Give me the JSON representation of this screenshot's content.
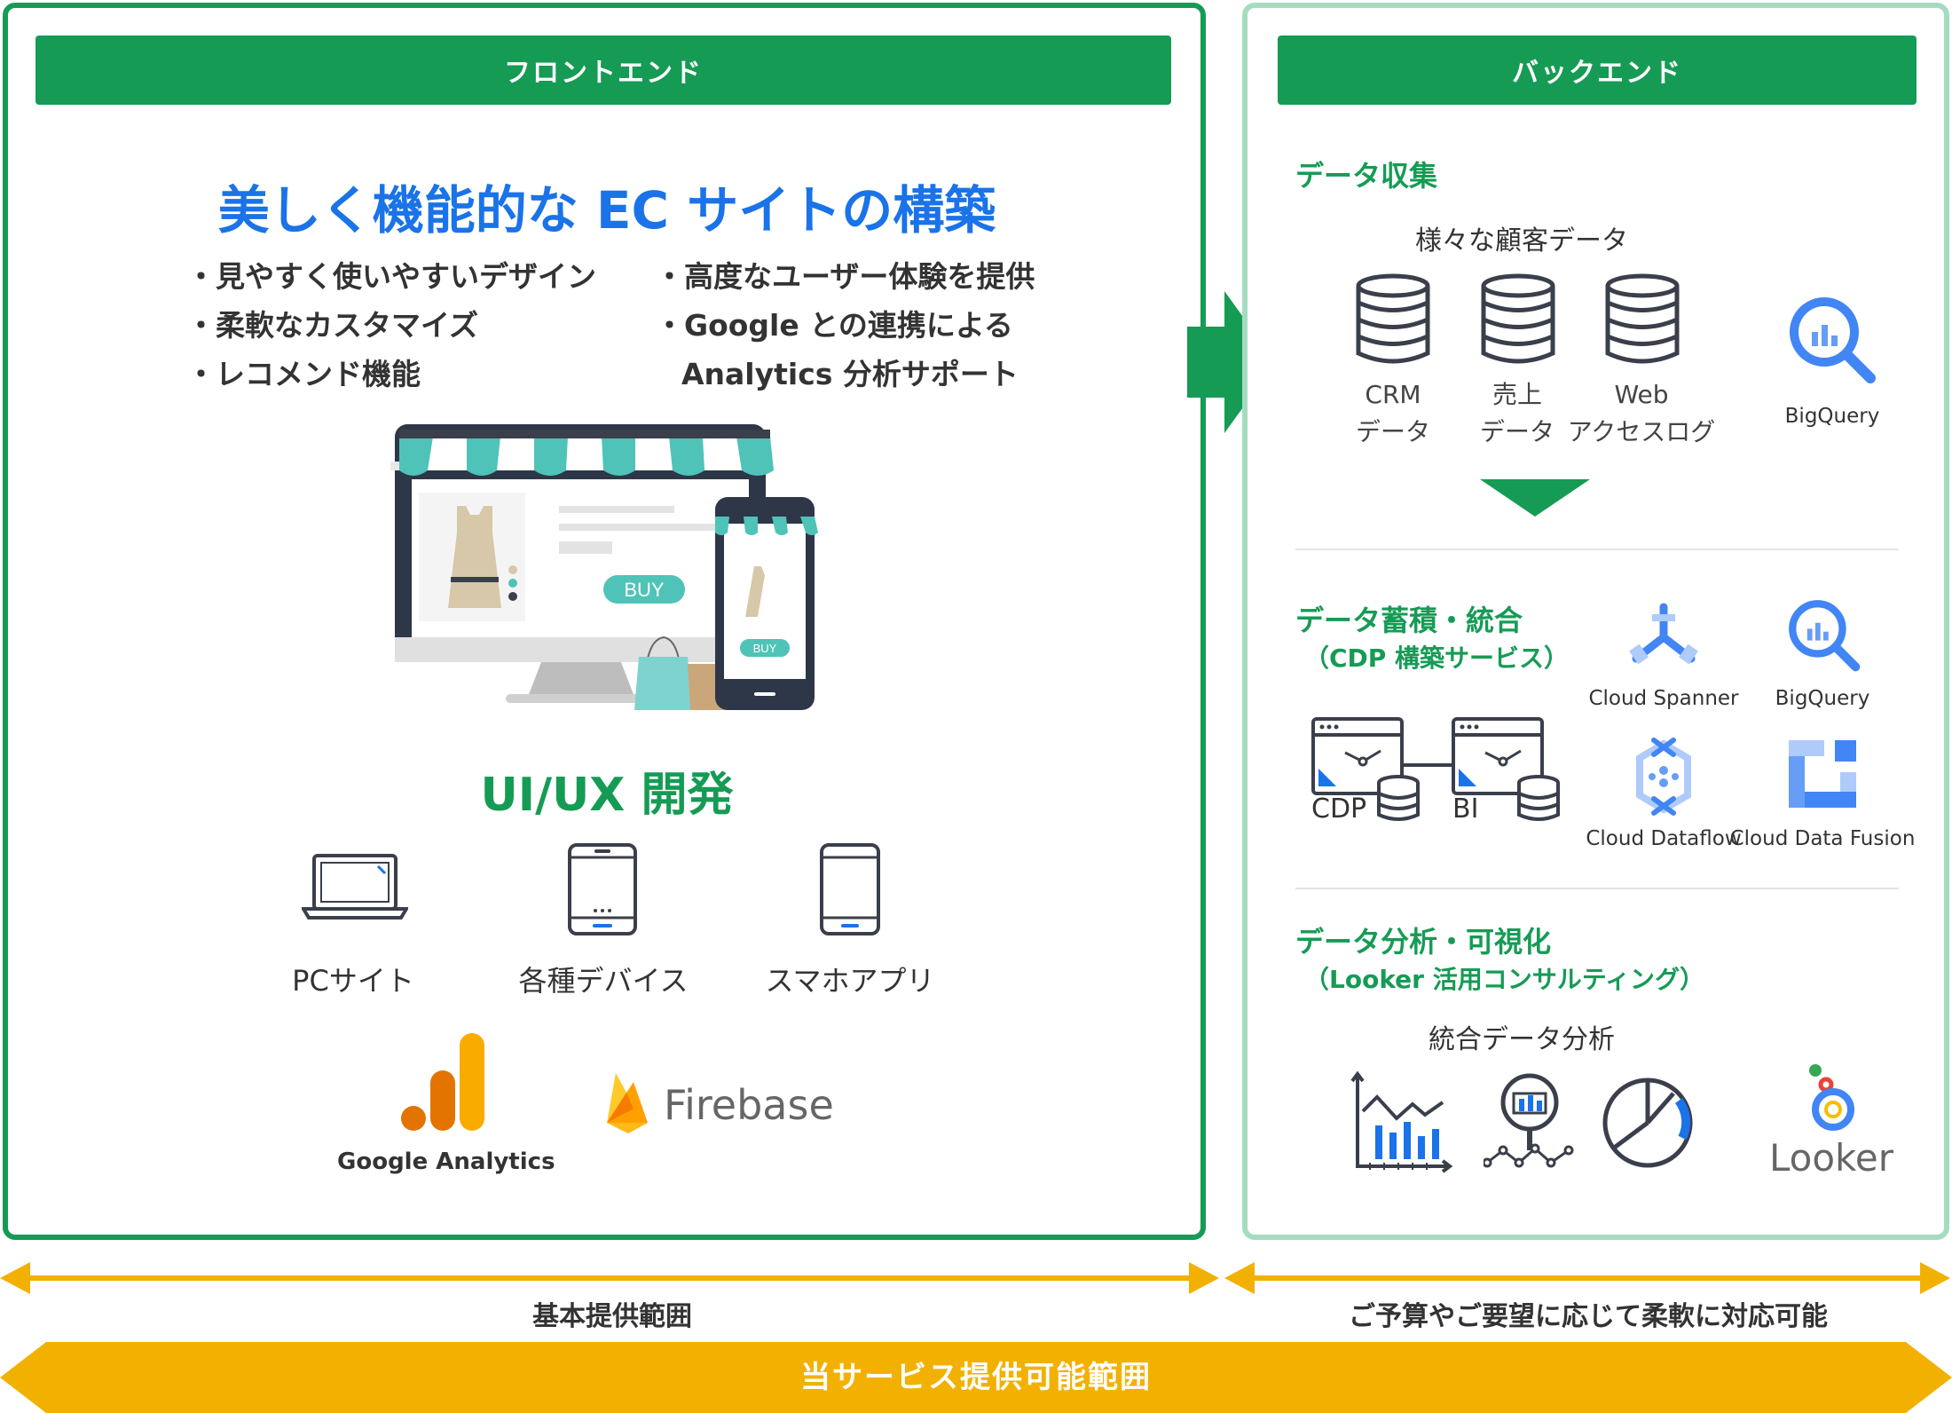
{
  "frontend": {
    "header": "フロントエンド",
    "headline": "美しく機能的な EC サイトの構築",
    "bullets_left": [
      "・見やすく使いやすいデザイン",
      "・柔軟なカスタマイズ",
      "・レコメンド機能"
    ],
    "bullets_right": [
      "・高度なユーザー体験を提供",
      "・Google との連携による",
      "Analytics 分析サポート"
    ],
    "buy_label": "BUY",
    "uiux_title": "UI/UX 開発",
    "devices": [
      "PCサイト",
      "各種デバイス",
      "スマホアプリ"
    ],
    "tools": [
      "Google Analytics",
      "Firebase"
    ]
  },
  "backend": {
    "header": "バックエンド",
    "collection": {
      "title": "データ収集",
      "subtitle": "様々な顧客データ",
      "sources": [
        {
          "line1": "CRM",
          "line2": "データ"
        },
        {
          "line1": "売上",
          "line2": "データ"
        },
        {
          "line1": "Web",
          "line2": "アクセスログ"
        }
      ],
      "service": "BigQuery"
    },
    "integration": {
      "title": "データ蓄積・統合",
      "subtitle": "（CDP 構築サービス）",
      "systems": [
        "CDP",
        "BI"
      ],
      "services": [
        "Cloud Spanner",
        "BigQuery",
        "Cloud Dataflow",
        "Cloud Data Fusion"
      ]
    },
    "analysis": {
      "title": "データ分析・可視化",
      "subtitle": "（Looker 活用コンサルティング）",
      "caption": "統合データ分析",
      "tool": "Looker"
    }
  },
  "scope": {
    "basic": "基本提供範囲",
    "optional": "ご予算やご要望に応じて柔軟に対応可能",
    "total": "当サービス提供可能範囲"
  },
  "colors": {
    "green": "#169b55",
    "light_green": "#a5dcc0",
    "blue": "#1a73e8",
    "gold": "#f2b100",
    "teal": "#4fc3b8"
  }
}
